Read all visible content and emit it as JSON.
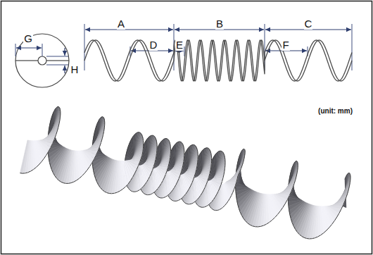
{
  "diagram": {
    "labels": [
      "A",
      "B",
      "C",
      "G",
      "D",
      "E",
      "H",
      "F",
      "(unit: mm)"
    ]
  }
}
